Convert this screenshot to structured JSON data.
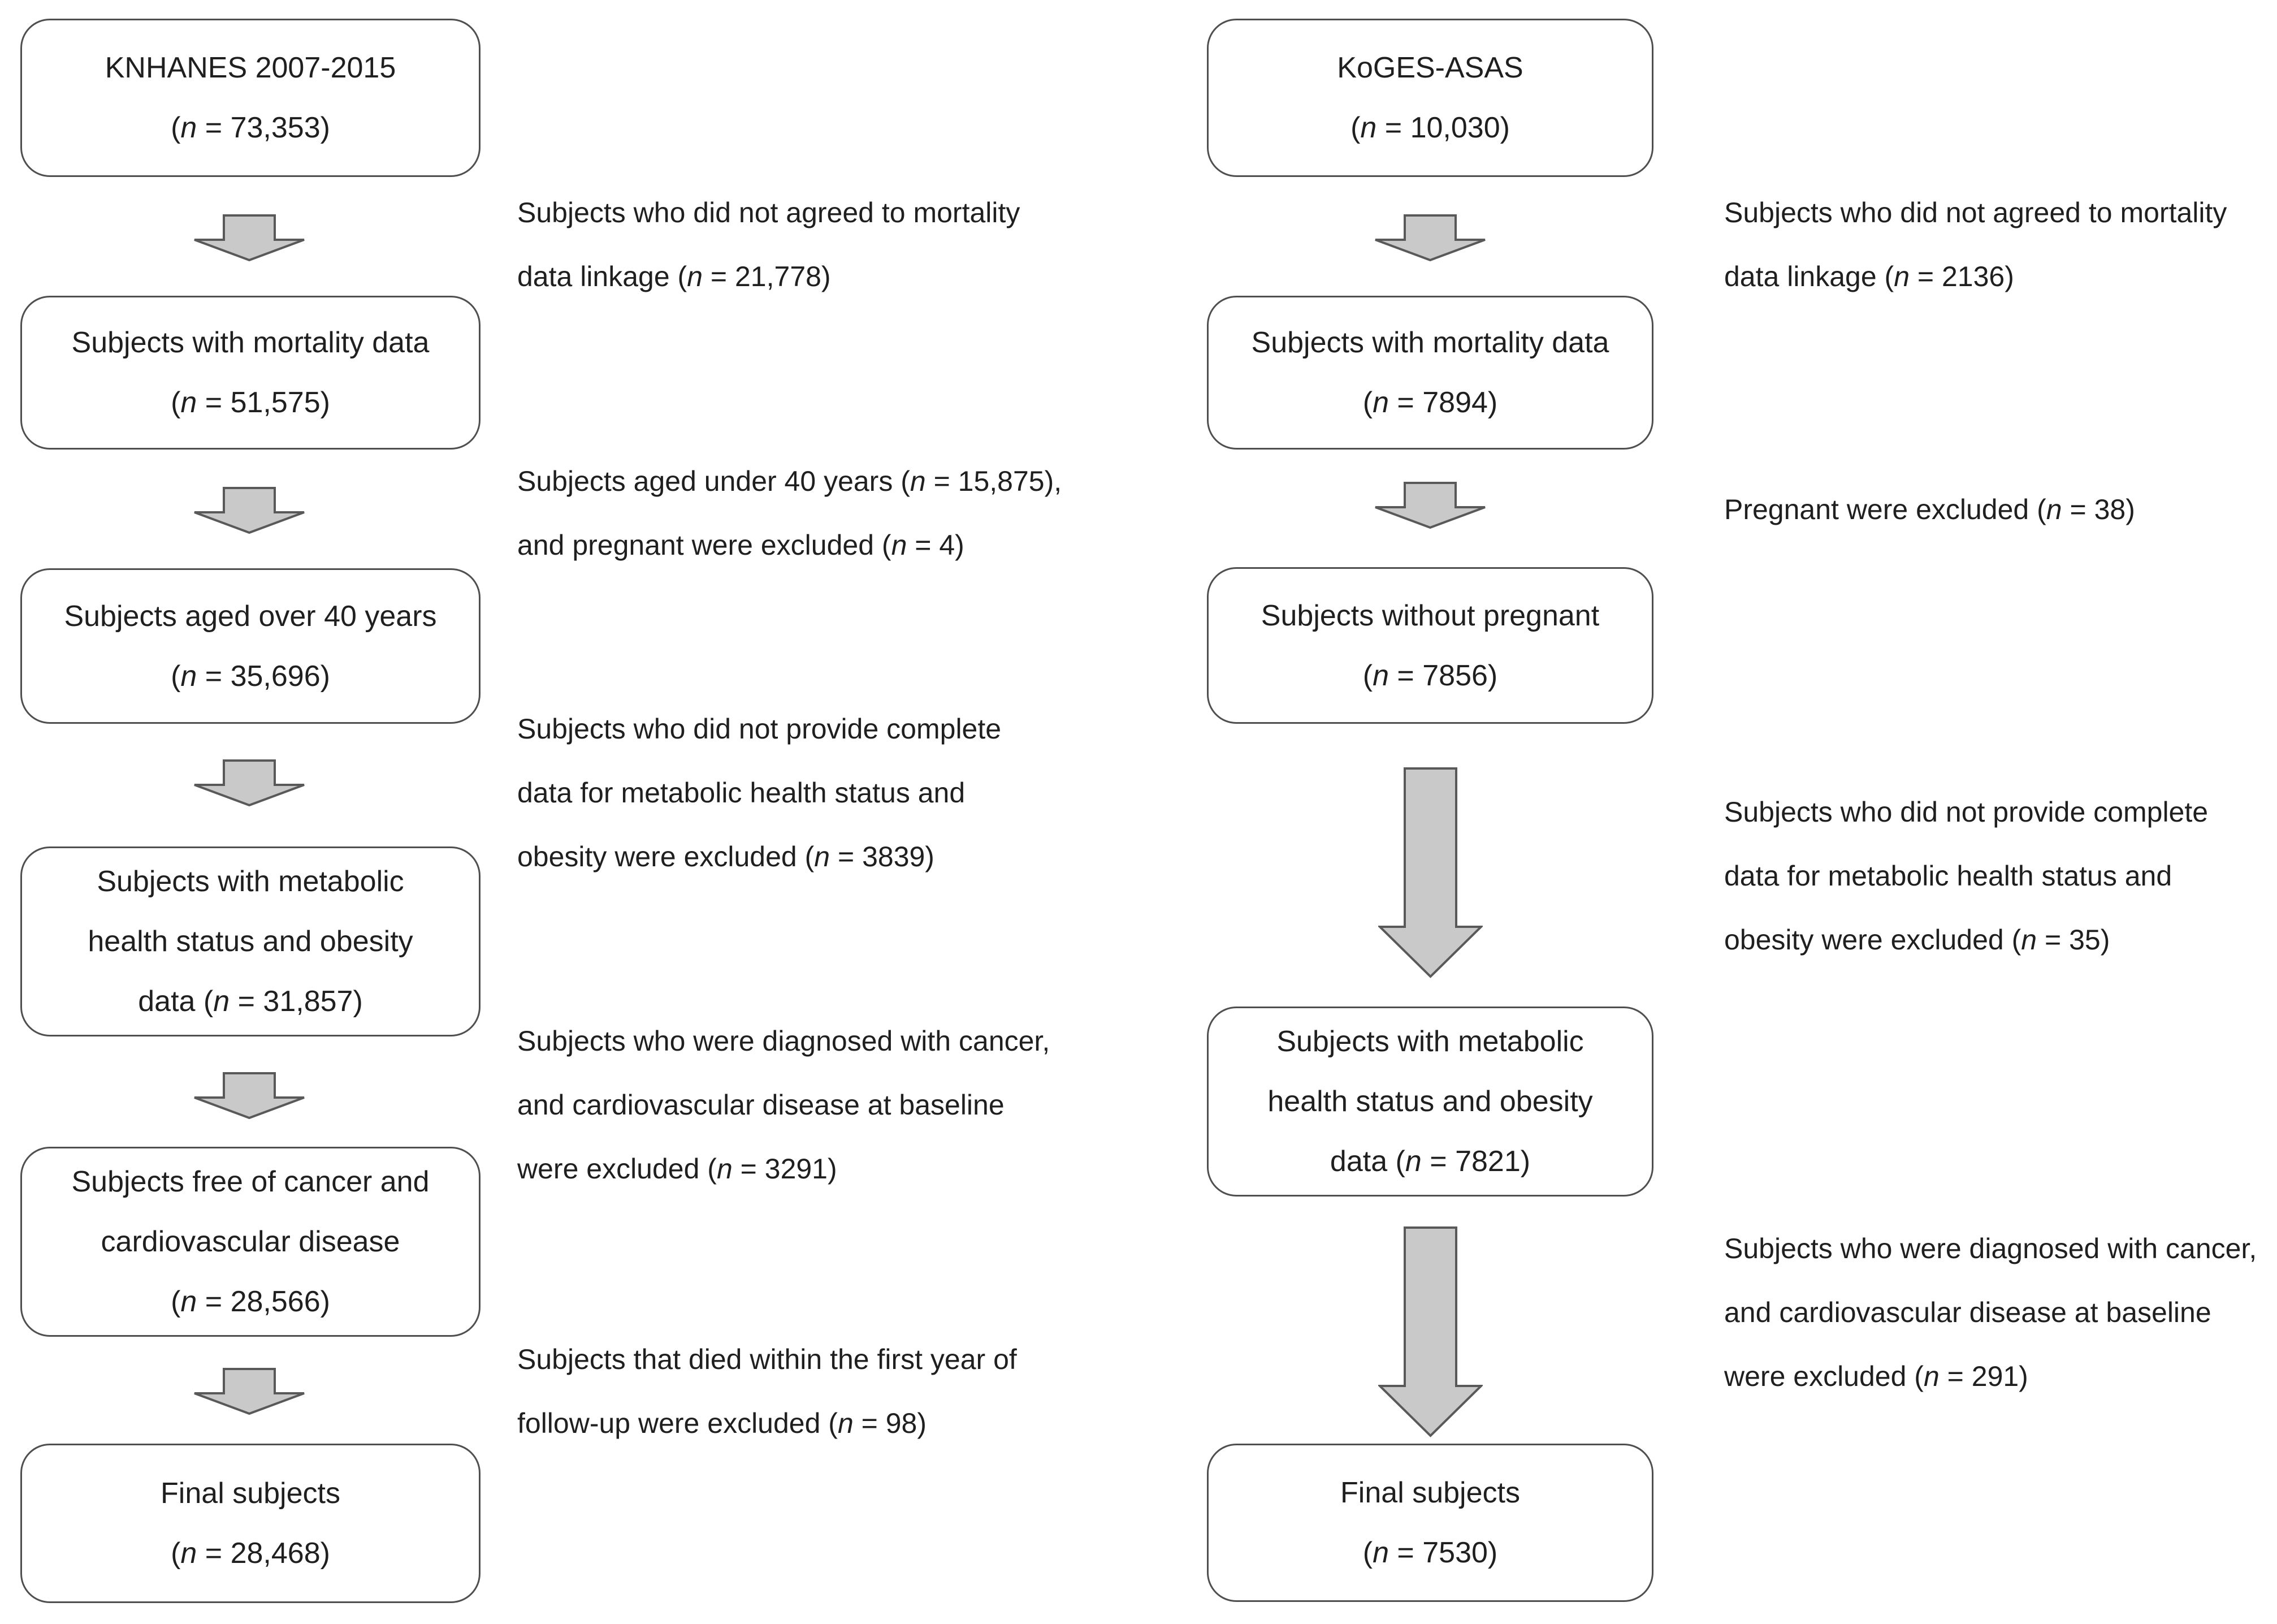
{
  "colors": {
    "background": "#ffffff",
    "text": "#1f1f1f",
    "box_border": "#4f4f4f",
    "arrow_fill": "#c9c9c9",
    "arrow_stroke": "#595959"
  },
  "flow": {
    "left": {
      "boxes": [
        {
          "lines": [
            [
              {
                "t": "KNHANES 2007-2015"
              }
            ],
            [
              {
                "t": "("
              },
              {
                "t": "n",
                "i": true
              },
              {
                "t": " = 73,353)"
              }
            ]
          ]
        },
        {
          "lines": [
            [
              {
                "t": "Subjects with mortality data"
              }
            ],
            [
              {
                "t": "("
              },
              {
                "t": "n",
                "i": true
              },
              {
                "t": " = 51,575)"
              }
            ]
          ]
        },
        {
          "lines": [
            [
              {
                "t": "Subjects aged over 40 years"
              }
            ],
            [
              {
                "t": "("
              },
              {
                "t": "n",
                "i": true
              },
              {
                "t": " = 35,696)"
              }
            ]
          ]
        },
        {
          "lines": [
            [
              {
                "t": "Subjects with metabolic"
              }
            ],
            [
              {
                "t": "health status and obesity"
              }
            ],
            [
              {
                "t": "data ("
              },
              {
                "t": "n",
                "i": true
              },
              {
                "t": " = 31,857)"
              }
            ]
          ]
        },
        {
          "lines": [
            [
              {
                "t": "Subjects free of cancer and"
              }
            ],
            [
              {
                "t": "cardiovascular disease"
              }
            ],
            [
              {
                "t": "("
              },
              {
                "t": "n",
                "i": true
              },
              {
                "t": " = 28,566)"
              }
            ]
          ]
        },
        {
          "lines": [
            [
              {
                "t": "Final subjects"
              }
            ],
            [
              {
                "t": "("
              },
              {
                "t": "n",
                "i": true
              },
              {
                "t": " = 28,468)"
              }
            ]
          ]
        }
      ],
      "notes": [
        {
          "lines": [
            [
              {
                "t": "Subjects who did not agreed to mortality"
              }
            ],
            [
              {
                "t": "data linkage ("
              },
              {
                "t": "n",
                "i": true
              },
              {
                "t": " = 21,778)"
              }
            ]
          ]
        },
        {
          "lines": [
            [
              {
                "t": "Subjects aged under 40 years ("
              },
              {
                "t": "n",
                "i": true
              },
              {
                "t": " = 15,875),"
              }
            ],
            [
              {
                "t": "and pregnant were excluded ("
              },
              {
                "t": "n",
                "i": true
              },
              {
                "t": " = 4)"
              }
            ]
          ]
        },
        {
          "lines": [
            [
              {
                "t": "Subjects who did not provide complete"
              }
            ],
            [
              {
                "t": "data for metabolic health status and"
              }
            ],
            [
              {
                "t": "obesity were excluded ("
              },
              {
                "t": "n",
                "i": true
              },
              {
                "t": " = 3839)"
              }
            ]
          ]
        },
        {
          "lines": [
            [
              {
                "t": "Subjects who were diagnosed with cancer,"
              }
            ],
            [
              {
                "t": "and cardiovascular disease at baseline"
              }
            ],
            [
              {
                "t": "were excluded ("
              },
              {
                "t": "n",
                "i": true
              },
              {
                "t": " = 3291)"
              }
            ]
          ]
        },
        {
          "lines": [
            [
              {
                "t": "Subjects that died within the first year of"
              }
            ],
            [
              {
                "t": "follow-up were excluded ("
              },
              {
                "t": "n",
                "i": true
              },
              {
                "t": " = 98)"
              }
            ]
          ]
        }
      ]
    },
    "right": {
      "boxes": [
        {
          "lines": [
            [
              {
                "t": "KoGES-ASAS"
              }
            ],
            [
              {
                "t": "("
              },
              {
                "t": "n",
                "i": true
              },
              {
                "t": " = 10,030)"
              }
            ]
          ]
        },
        {
          "lines": [
            [
              {
                "t": "Subjects with mortality data"
              }
            ],
            [
              {
                "t": "("
              },
              {
                "t": "n",
                "i": true
              },
              {
                "t": " = 7894)"
              }
            ]
          ]
        },
        {
          "lines": [
            [
              {
                "t": "Subjects without pregnant"
              }
            ],
            [
              {
                "t": "("
              },
              {
                "t": "n",
                "i": true
              },
              {
                "t": " = 7856)"
              }
            ]
          ]
        },
        {
          "lines": [
            [
              {
                "t": "Subjects with metabolic"
              }
            ],
            [
              {
                "t": "health status and obesity"
              }
            ],
            [
              {
                "t": "data ("
              },
              {
                "t": "n",
                "i": true
              },
              {
                "t": " = 7821)"
              }
            ]
          ]
        },
        {
          "lines": [
            [
              {
                "t": "Final subjects"
              }
            ],
            [
              {
                "t": "("
              },
              {
                "t": "n",
                "i": true
              },
              {
                "t": " = 7530)"
              }
            ]
          ]
        }
      ],
      "notes": [
        {
          "lines": [
            [
              {
                "t": "Subjects who did not agreed to mortality"
              }
            ],
            [
              {
                "t": "data linkage ("
              },
              {
                "t": "n",
                "i": true
              },
              {
                "t": " = 2136)"
              }
            ]
          ]
        },
        {
          "lines": [
            [
              {
                "t": "Pregnant were excluded ("
              },
              {
                "t": "n",
                "i": true
              },
              {
                "t": " = 38)"
              }
            ]
          ]
        },
        {
          "lines": [
            [
              {
                "t": "Subjects who did not provide complete"
              }
            ],
            [
              {
                "t": "data for metabolic health status and"
              }
            ],
            [
              {
                "t": "obesity were excluded ("
              },
              {
                "t": "n",
                "i": true
              },
              {
                "t": " = 35)"
              }
            ]
          ]
        },
        {
          "lines": [
            [
              {
                "t": "Subjects who were diagnosed with cancer,"
              }
            ],
            [
              {
                "t": "and cardiovascular disease at baseline"
              }
            ],
            [
              {
                "t": "were excluded ("
              },
              {
                "t": "n",
                "i": true
              },
              {
                "t": " = 291)"
              }
            ]
          ]
        }
      ]
    }
  }
}
